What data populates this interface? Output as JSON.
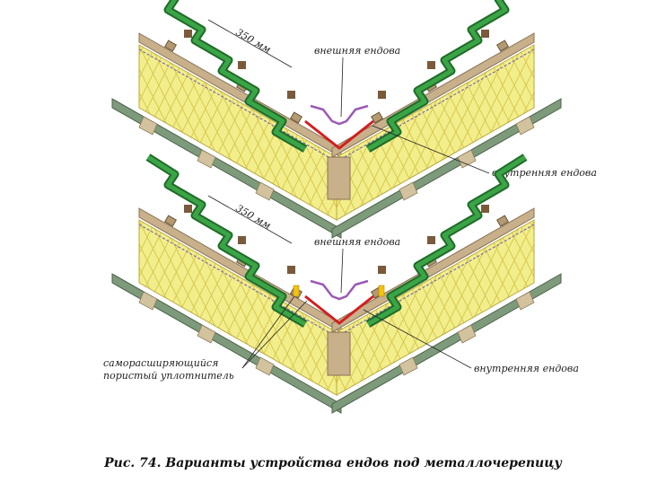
{
  "figure": {
    "top": {
      "dimension": "350 мм",
      "outer_valley": "внешняя ендова",
      "inner_valley": "внутренняя ендова"
    },
    "bottom": {
      "dimension": "350 мм",
      "outer_valley": "внешняя ендова",
      "inner_valley": "внутренняя ендова",
      "sealant_line1": "саморасширяющийся",
      "sealant_line2": "пористый уплотнитель"
    }
  },
  "caption": "Рис. 74. Варианты устройства ендов под металлочерепицу",
  "colors": {
    "metal_tile": "#2e8b3a",
    "insulation": "#f3ee8c",
    "board": "#c8b08a",
    "outer_valley": "#9b59b6",
    "inner_valley": "#d11f1f",
    "sheathing": "#6e8a6c",
    "sealant": "#f1c40f"
  }
}
